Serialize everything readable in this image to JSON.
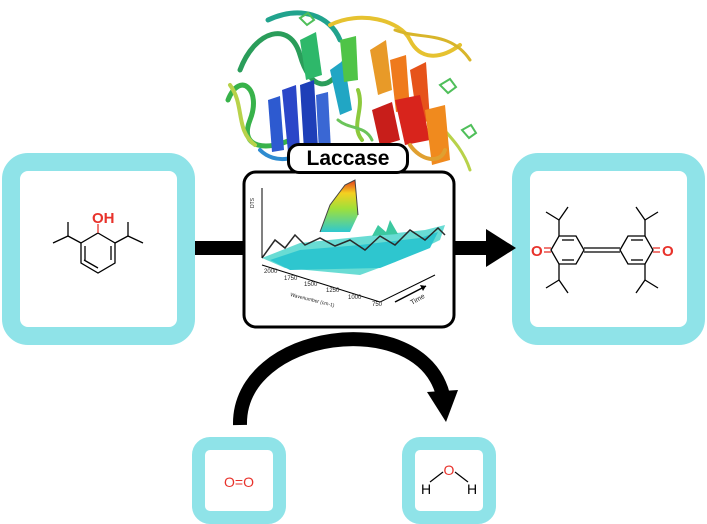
{
  "enzyme": {
    "label": "Laccase"
  },
  "reactant": {
    "hydroxyl_label": "OH",
    "atom_color": "#e8322b"
  },
  "product": {
    "carbonyl_left": "O",
    "carbonyl_right": "O"
  },
  "cosubstrate": {
    "label": "O=O"
  },
  "byproduct": {
    "left_h": "H",
    "oxygen": "O",
    "right_h": "H"
  },
  "spectrum": {
    "axis_x_label": "Wavenumber (cm-1)",
    "axis_z_label": "Time",
    "axis_y_label": "DTS",
    "x_ticks": [
      "2000",
      "1750",
      "1500",
      "1250",
      "1000",
      "750"
    ]
  },
  "colors": {
    "box_border": "#8fe3e8",
    "arrow": "#000000",
    "heteroatom": "#e8322b"
  }
}
